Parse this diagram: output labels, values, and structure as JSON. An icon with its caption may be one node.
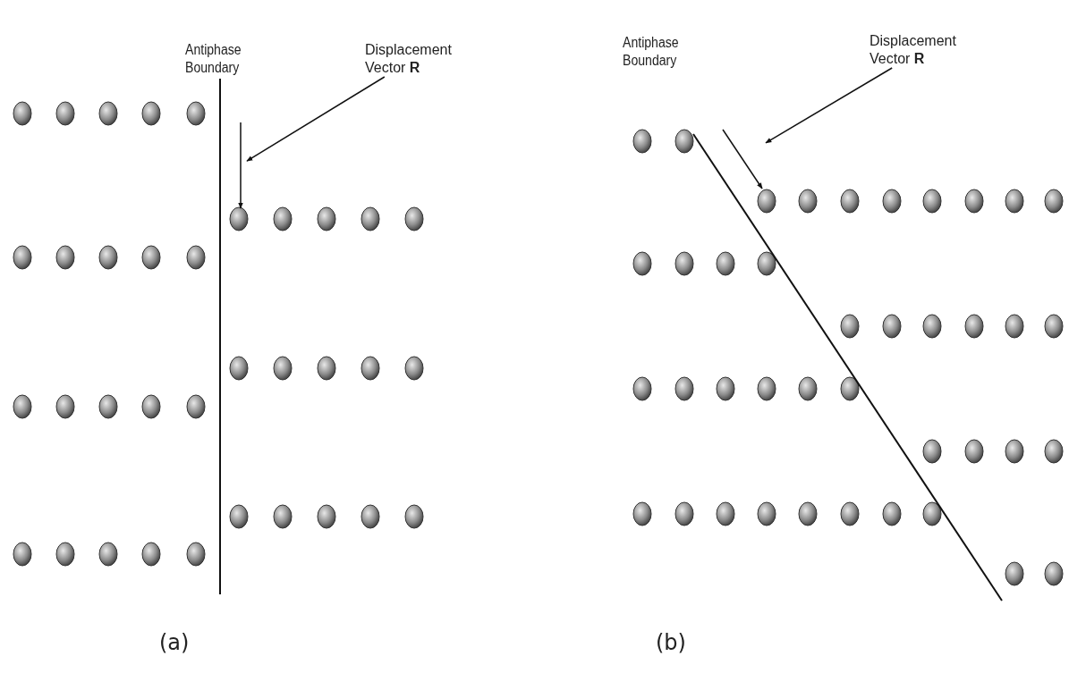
{
  "diagram": {
    "nodes": [
      {
        "text": [
          "Displacement Vector **R**"
        ]
      },
      {
        "text": [],
        "shape": "arrow"
      },
      {
        "text": [
          "Displacement Vector **R**"
        ]
      },
      {
        "text": [],
        "shape": "arrow"
      }
    ],
    "edges": [
      {
        "from": 0,
        "to": 1,
        "arrow": "to"
      },
      {
        "from": 2,
        "to": 3,
        "arrow": "to"
      }
    ],
    "labels": [
      "Antiphase Boundary",
      "Antiphase Boundary",
      "(a)",
      "(b)"
    ]
  }
}
